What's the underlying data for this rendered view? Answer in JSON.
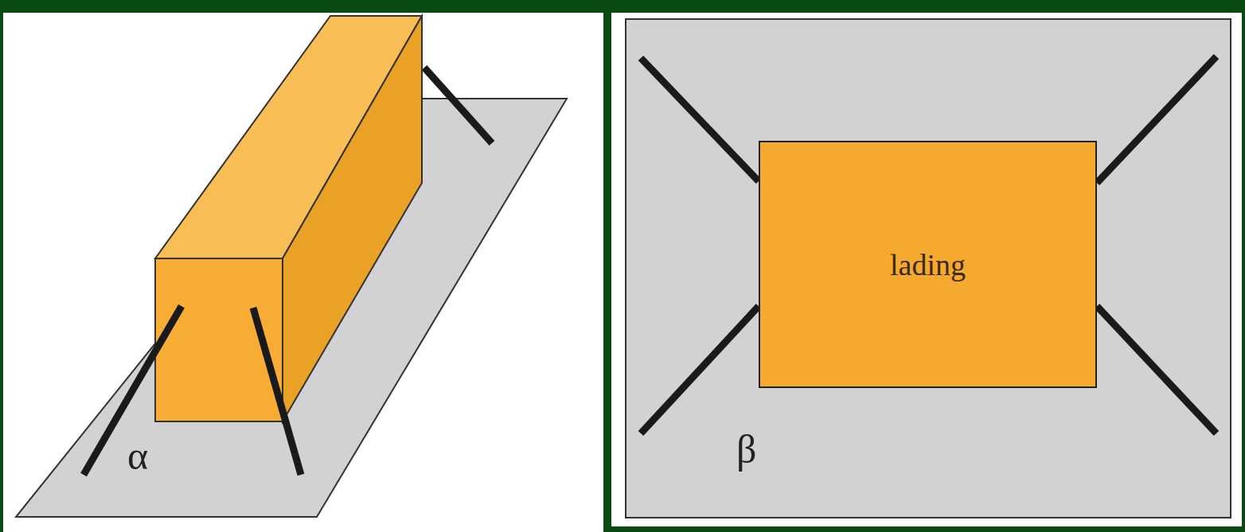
{
  "diagram": {
    "nodes": [
      {
        "text": [
          "lading"
        ]
      }
    ],
    "labels": [
      "α",
      "β"
    ]
  }
}
